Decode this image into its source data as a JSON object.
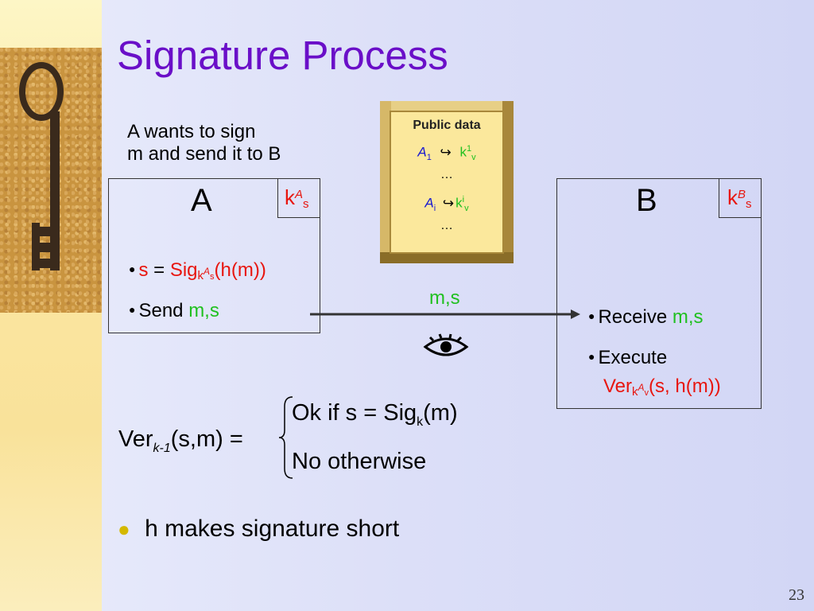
{
  "slide": {
    "title": "Signature Process",
    "intro": {
      "line1": "A wants to sign",
      "line2": "m and send it to B"
    },
    "page_number": "23"
  },
  "party_a": {
    "label": "A",
    "key": {
      "k": "k",
      "sup": "A",
      "sub": "s"
    },
    "step1": {
      "lhs": "s",
      "eq": " = ",
      "sig": "Sig",
      "k": "k",
      "sup": "A",
      "sub": "s",
      "arg": "(h(m))"
    },
    "step2": {
      "verb": "Send ",
      "msg": "m,s"
    }
  },
  "party_b": {
    "label": "B",
    "key": {
      "k": "k",
      "sup": "B",
      "sub": "s"
    },
    "step1": {
      "verb": "Receive ",
      "msg": "m,s"
    },
    "step2": {
      "verb": "Execute",
      "ver": "Ver",
      "k": "k",
      "sup": "A",
      "sub": "v",
      "arg": "(s, h(m))"
    }
  },
  "channel": {
    "label": "m,s",
    "eye_icon": "eye-icon"
  },
  "public_data": {
    "title": "Public data",
    "row1": {
      "a": "A",
      "a_sub": "1",
      "arrow": "↪",
      "k": "k",
      "k_sup": "1",
      "k_sub": "v"
    },
    "ellipsis1": "…",
    "row2": {
      "a": "A",
      "a_sub": "i",
      "arrow": "↪",
      "k": "k",
      "k_sup": "i",
      "k_sub": "v"
    },
    "ellipsis2": "…"
  },
  "verification": {
    "lhs": "Ver",
    "lhs_sub": "k-1",
    "lhs_args": "(s,m) =",
    "case1": {
      "text": "Ok  if s = Sig",
      "sub": "k",
      "tail": "(m)"
    },
    "case2": {
      "text": "No  otherwise"
    }
  },
  "note": {
    "text": "h makes signature short"
  },
  "colors": {
    "title": "#6a0fc8",
    "red": "#e8150e",
    "green": "#20c020",
    "blue": "#1b1bd0"
  }
}
